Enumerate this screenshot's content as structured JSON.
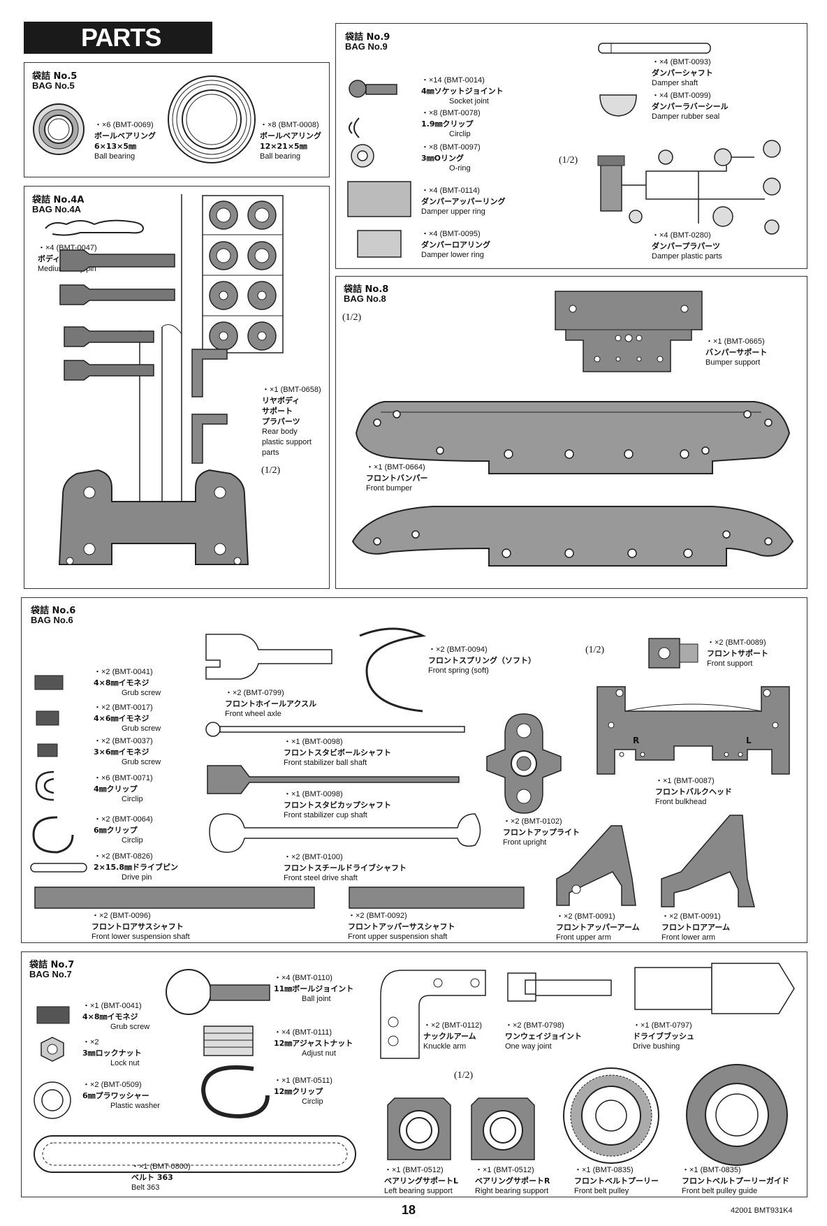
{
  "page_title": "PARTS",
  "page_number": "18",
  "doc_code": "42001 BMT931K4",
  "half_label": "(1/2)",
  "bags": {
    "bag5": {
      "jp": "袋詰 No.5",
      "en": "BAG No.5",
      "parts": [
        {
          "code": "・×6 (BMT-0069)",
          "jp": "ボールベアリング",
          "jp2": "6×13×5㎜",
          "en": "Ball bearing"
        },
        {
          "code": "・×8 (BMT-0008)",
          "jp": "ボールベアリング",
          "jp2": "12×21×5㎜",
          "en": "Ball bearing"
        }
      ]
    },
    "bag4a": {
      "jp": "袋詰 No.4A",
      "en": "BAG No.4A",
      "parts": [
        {
          "code": "・×4 (BMT-0047)",
          "jp": "ボディピン 中",
          "en": "Medium body pin"
        },
        {
          "code": "・×1 (BMT-0658)",
          "jp": "リヤボディ",
          "jp2": "サポート",
          "jp3": "プラパーツ",
          "en": "Rear body",
          "en2": "plastic support",
          "en3": "parts"
        }
      ]
    },
    "bag9": {
      "jp": "袋詰 No.9",
      "en": "BAG No.9",
      "parts": [
        {
          "code": "・×14 (BMT-0014)",
          "jp": "4㎜ソケットジョイント",
          "en": "Socket joint"
        },
        {
          "code": "・×8 (BMT-0078)",
          "jp": "1.9㎜クリップ",
          "en": "Circlip"
        },
        {
          "code": "・×8 (BMT-0097)",
          "jp": "3㎜Oリング",
          "en": "O-ring"
        },
        {
          "code": "・×4 (BMT-0114)",
          "jp": "ダンパーアッパーリング",
          "en": "Damper upper ring"
        },
        {
          "code": "・×4 (BMT-0095)",
          "jp": "ダンパーロアリング",
          "en": "Damper lower ring"
        },
        {
          "code": "・×4 (BMT-0093)",
          "jp": "ダンパーシャフト",
          "en": "Damper shaft"
        },
        {
          "code": "・×4 (BMT-0099)",
          "jp": "ダンパーラバーシール",
          "en": "Damper rubber seal"
        },
        {
          "code": "・×4 (BMT-0280)",
          "jp": "ダンパープラパーツ",
          "en": "Damper plastic parts"
        }
      ]
    },
    "bag8": {
      "jp": "袋詰 No.8",
      "en": "BAG No.8",
      "parts": [
        {
          "code": "・×1 (BMT-0665)",
          "jp": "バンパーサポート",
          "en": "Bumper support"
        },
        {
          "code": "・×1 (BMT-0664)",
          "jp": "フロントバンパー",
          "en": "Front bumper"
        }
      ]
    },
    "bag6": {
      "jp": "袋詰 No.6",
      "en": "BAG No.6",
      "parts": [
        {
          "code": "・×2 (BMT-0041)",
          "jp": "4×8㎜イモネジ",
          "en": "Grub screw"
        },
        {
          "code": "・×2 (BMT-0017)",
          "jp": "4×6㎜イモネジ",
          "en": "Grub screw"
        },
        {
          "code": "・×2 (BMT-0037)",
          "jp": "3×6㎜イモネジ",
          "en": "Grub screw"
        },
        {
          "code": "・×6 (BMT-0071)",
          "jp": "4㎜クリップ",
          "en": "Circlip"
        },
        {
          "code": "・×2 (BMT-0064)",
          "jp": "6㎜クリップ",
          "en": "Circlip"
        },
        {
          "code": "・×2 (BMT-0826)",
          "jp": "2×15.8㎜ドライブピン",
          "en": "Drive pin"
        },
        {
          "code": "・×2 (BMT-0799)",
          "jp": "フロントホイールアクスル",
          "en": "Front wheel axle"
        },
        {
          "code": "・×2 (BMT-0094)",
          "jp": "フロントスプリング（ソフト）",
          "en": "Front spring (soft)"
        },
        {
          "code": "・×1 (BMT-0098)",
          "jp": "フロントスタビボールシャフト",
          "en": "Front stabilizer ball shaft"
        },
        {
          "code": "・×1 (BMT-0098)",
          "jp": "フロントスタビカップシャフト",
          "en": "Front stabilizer cup shaft"
        },
        {
          "code": "・×2 (BMT-0100)",
          "jp": "フロントスチールドライブシャフト",
          "en": "Front steel drive shaft"
        },
        {
          "code": "・×2 (BMT-0096)",
          "jp": "フロントロアサスシャフト",
          "en": "Front lower suspension shaft"
        },
        {
          "code": "・×2 (BMT-0092)",
          "jp": "フロントアッパーサスシャフト",
          "en": "Front upper suspension shaft"
        },
        {
          "code": "・×2 (BMT-0089)",
          "jp": "フロントサポート",
          "en": "Front support"
        },
        {
          "code": "・×1 (BMT-0087)",
          "jp": "フロントバルクヘッド",
          "en": "Front bulkhead"
        },
        {
          "code": "・×2 (BMT-0102)",
          "jp": "フロントアップライト",
          "en": "Front upright"
        },
        {
          "code": "・×2 (BMT-0091)",
          "jp": "フロントアッパーアーム",
          "en": "Front upper arm"
        },
        {
          "code": "・×2 (BMT-0091)",
          "jp": "フロントロアアーム",
          "en": "Front lower arm"
        }
      ],
      "bulkhead_r": "R",
      "bulkhead_l": "L"
    },
    "bag7": {
      "jp": "袋詰 No.7",
      "en": "BAG No.7",
      "parts": [
        {
          "code": "・×1 (BMT-0041)",
          "jp": "4×8㎜イモネジ",
          "en": "Grub screw"
        },
        {
          "code": "・×2",
          "jp": "3㎜ロックナット",
          "en": "Lock nut"
        },
        {
          "code": "・×2 (BMT-0509)",
          "jp": "6㎜プラワッシャー",
          "en": "Plastic washer"
        },
        {
          "code": "・×4 (BMT-0110)",
          "jp": "11㎜ボールジョイント",
          "en": "Ball joint"
        },
        {
          "code": "・×4 (BMT-0111)",
          "jp": "12㎜アジャストナット",
          "en": "Adjust nut"
        },
        {
          "code": "・×1 (BMT-0511)",
          "jp": "12㎜クリップ",
          "en": "Circlip"
        },
        {
          "code": "・×2 (BMT-0112)",
          "jp": "ナックルアーム",
          "en": "Knuckle arm"
        },
        {
          "code": "・×2 (BMT-0798)",
          "jp": "ワンウェイジョイント",
          "en": "One way joint"
        },
        {
          "code": "・×1 (BMT-0797)",
          "jp": "ドライブブッシュ",
          "en": "Drive bushing"
        },
        {
          "code": "・×1 (BMT-0800)",
          "jp": "ベルト 363",
          "en": "Belt 363"
        },
        {
          "code": "・×1 (BMT-0512)",
          "jp": "ベアリングサポートL",
          "en": "Left bearing support"
        },
        {
          "code": "・×1 (BMT-0512)",
          "jp": "ベアリングサポートR",
          "en": "Right bearing support"
        },
        {
          "code": "・×1 (BMT-0835)",
          "jp": "フロントベルトプーリー",
          "en": "Front belt pulley"
        },
        {
          "code": "・×1 (BMT-0835)",
          "jp": "フロントベルトプーリーガイド",
          "en": "Front belt pulley guide"
        }
      ]
    }
  }
}
